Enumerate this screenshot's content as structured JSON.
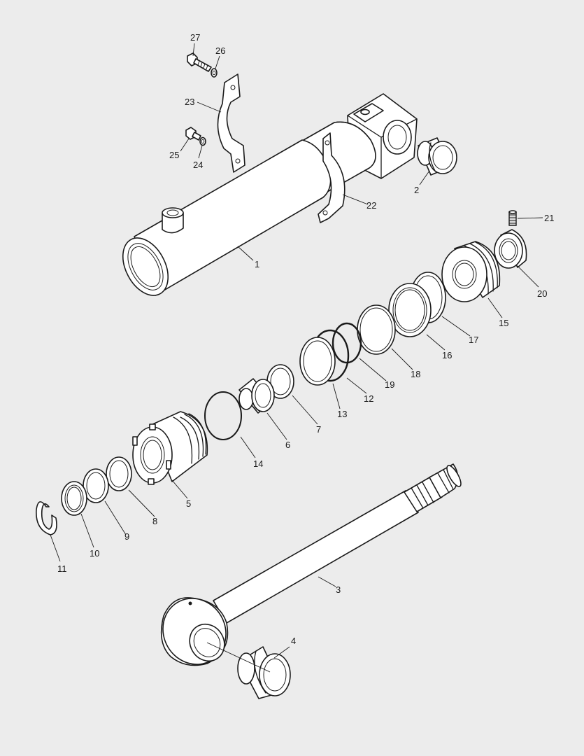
{
  "diagram": {
    "labels": [
      {
        "id": "27",
        "text": "27"
      },
      {
        "id": "26",
        "text": "26"
      },
      {
        "id": "23",
        "text": "23"
      },
      {
        "id": "25",
        "text": "25"
      },
      {
        "id": "24",
        "text": "24"
      },
      {
        "id": "22",
        "text": "22"
      },
      {
        "id": "2",
        "text": "2"
      },
      {
        "id": "1",
        "text": "1"
      },
      {
        "id": "21",
        "text": "21"
      },
      {
        "id": "20",
        "text": "20"
      },
      {
        "id": "15",
        "text": "15"
      },
      {
        "id": "17",
        "text": "17"
      },
      {
        "id": "16",
        "text": "16"
      },
      {
        "id": "18",
        "text": "18"
      },
      {
        "id": "19",
        "text": "19"
      },
      {
        "id": "12",
        "text": "12"
      },
      {
        "id": "13",
        "text": "13"
      },
      {
        "id": "7",
        "text": "7"
      },
      {
        "id": "6",
        "text": "6"
      },
      {
        "id": "14",
        "text": "14"
      },
      {
        "id": "5",
        "text": "5"
      },
      {
        "id": "8",
        "text": "8"
      },
      {
        "id": "9",
        "text": "9"
      },
      {
        "id": "10",
        "text": "10"
      },
      {
        "id": "11",
        "text": "11"
      },
      {
        "id": "3",
        "text": "3"
      },
      {
        "id": "4",
        "text": "4"
      }
    ]
  }
}
